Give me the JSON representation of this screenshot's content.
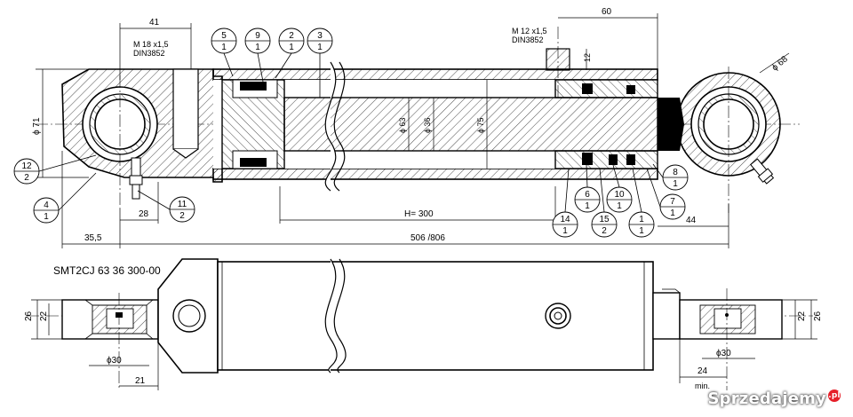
{
  "drawing": {
    "model_label": "SMT2CJ 63 36 300-00",
    "dimensions": {
      "top_41": "41",
      "thread_left_1": "M 18 x1,5",
      "thread_left_2": "DIN3852",
      "thread_right_1": "M 12 x1,5",
      "thread_right_2": "DIN3852",
      "top_60": "60",
      "dim_12": "12",
      "phi68": "ϕ 68",
      "phi71": "ϕ 71",
      "phi63": "ϕ 63",
      "phi36": "ϕ 36",
      "phi75": "ϕ 75",
      "stroke": "H= 300",
      "length_total": "506 /806",
      "left_355": "35,5",
      "left_28": "28",
      "right_44": "44",
      "bottom_26_left": "26",
      "bottom_22_left": "22",
      "bottom_26_right": "26",
      "bottom_22_right": "22",
      "bottom_phi30_left": "ϕ30",
      "bottom_phi30_right": "ϕ30",
      "bottom_21": "21",
      "bottom_24": "24",
      "bottom_min": "min."
    },
    "bubbles": [
      {
        "top": "5",
        "bottom": "1"
      },
      {
        "top": "9",
        "bottom": "1"
      },
      {
        "top": "2",
        "bottom": "1"
      },
      {
        "top": "3",
        "bottom": "1"
      },
      {
        "top": "12",
        "bottom": "2"
      },
      {
        "top": "4",
        "bottom": "1"
      },
      {
        "top": "11",
        "bottom": "2"
      },
      {
        "top": "8",
        "bottom": "1"
      },
      {
        "top": "6",
        "bottom": "1"
      },
      {
        "top": "10",
        "bottom": "1"
      },
      {
        "top": "7",
        "bottom": "1"
      },
      {
        "top": "14",
        "bottom": "1"
      },
      {
        "top": "15",
        "bottom": "2"
      },
      {
        "top": "1",
        "bottom": "1"
      }
    ]
  },
  "watermark": {
    "brand": "Sprzedajemy",
    "suffix": ".pl"
  }
}
